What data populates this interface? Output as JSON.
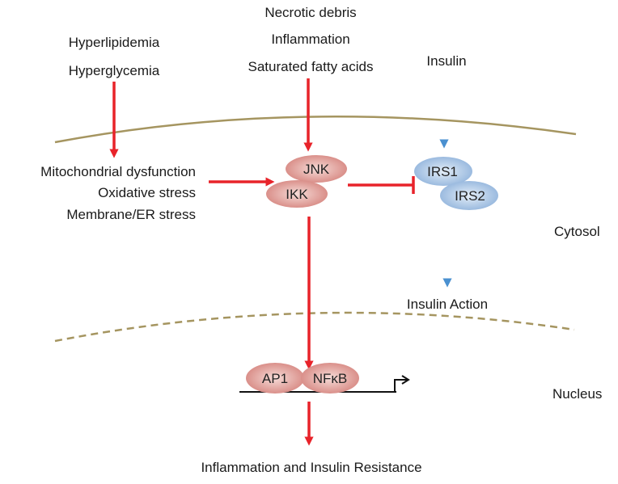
{
  "inputs": {
    "lipid_glucose": [
      "Hyperlipidemia",
      "Hyperglycemia"
    ],
    "debris_inflammation_fa": [
      "Necrotic debris",
      "Inflammation",
      "Saturated fatty acids"
    ],
    "insulin": "Insulin"
  },
  "stresses": [
    "Mitochondrial dysfunction",
    "Oxidative stress",
    "Membrane/ER stress"
  ],
  "kinases": {
    "jnk": "JNK",
    "ikk": "IKK"
  },
  "receptors": {
    "irs1": "IRS1",
    "irs2": "IRS2"
  },
  "insulin_action": "Insulin Action",
  "transcription_factors": {
    "ap1": "AP1",
    "nfkb": "NFκB"
  },
  "compartments": {
    "cytosol": "Cytosol",
    "nucleus": "Nucleus"
  },
  "outcome": "Inflammation and Insulin Resistance",
  "colors": {
    "activation_arrow": "#e8232a",
    "insulin_arrow": "#4a90d0",
    "membrane": "#a59560",
    "kinase_fill": "#d9908a",
    "receptor_fill": "#93b6dc"
  }
}
